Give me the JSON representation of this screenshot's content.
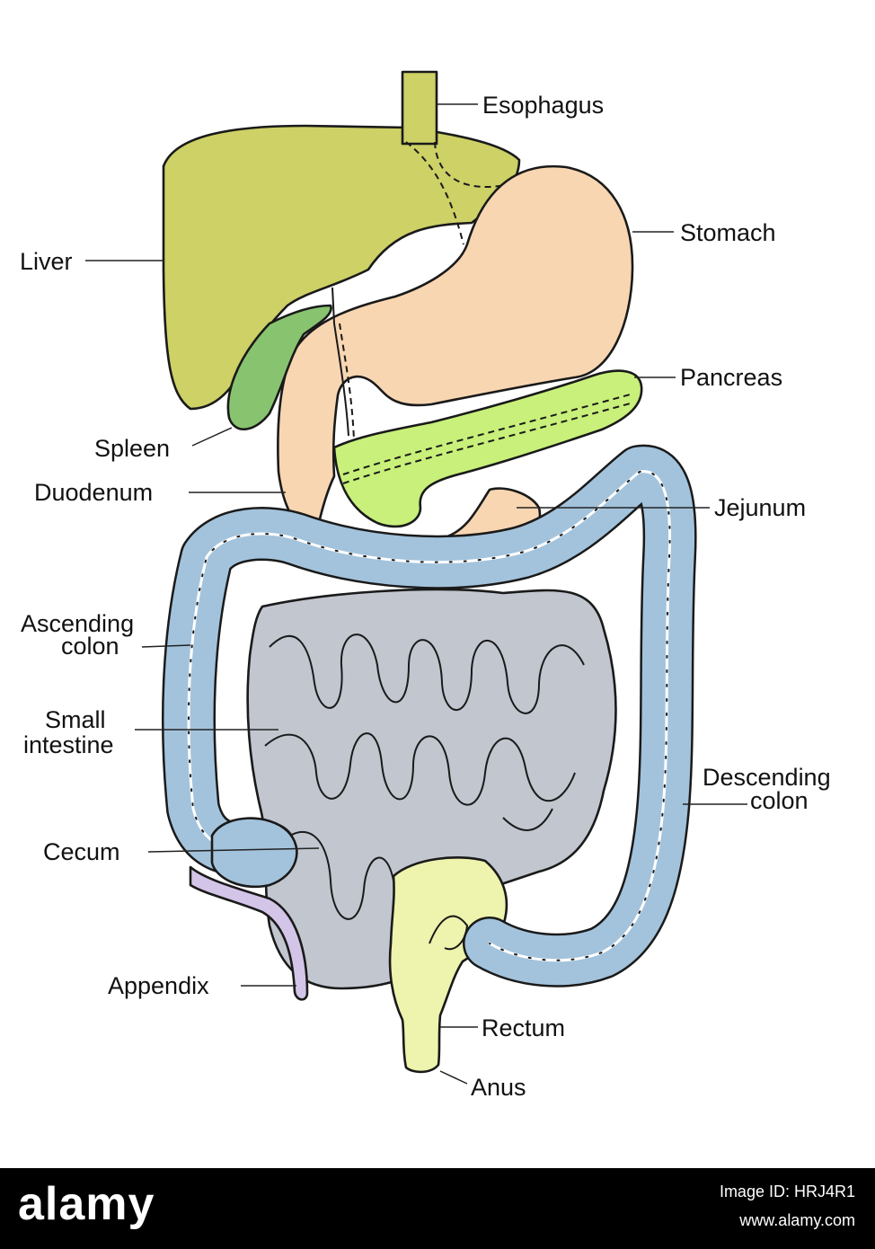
{
  "labels": {
    "esophagus": "Esophagus",
    "stomach": "Stomach",
    "liver": "Liver",
    "pancreas": "Pancreas",
    "spleen": "Spleen",
    "duodenum": "Duodenum",
    "jejunum": "Jejunum",
    "ascending_line1": "Ascending",
    "ascending_line2": "colon",
    "small_line1": "Small",
    "small_line2": "intestine",
    "descending_line1": "Descending",
    "descending_line2": "colon",
    "cecum": "Cecum",
    "appendix": "Appendix",
    "rectum": "Rectum",
    "anus": "Anus"
  },
  "colors": {
    "liver": "#cdd166",
    "spleen": "#88c46f",
    "stomach": "#f8d6b1",
    "pancreas": "#c8f07a",
    "colon": "#a3c3dc",
    "small_intestine": "#c1c6cf",
    "rectum": "#eef3ad",
    "appendix": "#d3c5e8",
    "footer": "#000000"
  },
  "footer": {
    "brand": "alamy",
    "image_id": "Image ID: HRJ4R1",
    "url": "www.alamy.com"
  }
}
